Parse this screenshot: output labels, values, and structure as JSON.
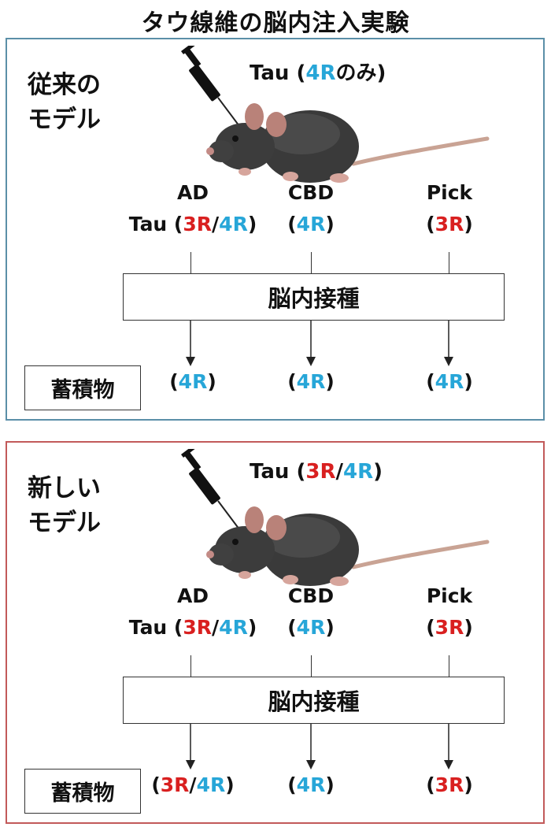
{
  "title": "タウ線維の脳内注入実験",
  "colors": {
    "r3": "#d92020",
    "r4": "#27a6d8",
    "old_border": "#5b8fa8",
    "new_border": "#c25a5a"
  },
  "old_model": {
    "label_line1": "従来の",
    "label_line2": "モデル",
    "injected": {
      "prefix": "Tau (",
      "r4": "4R",
      "suffix": "のみ)"
    },
    "columns": {
      "ad": {
        "name": "AD",
        "prefix": "Tau (",
        "r3": "3R",
        "slash": "/",
        "r4": "4R",
        "close": ")"
      },
      "cbd": {
        "name": "CBD",
        "open": "(",
        "r4": "4R",
        "close": ")"
      },
      "pick": {
        "name": "Pick",
        "open": "(",
        "r3": "3R",
        "close": ")"
      }
    },
    "inoculation": "脳内接種",
    "accumulation_label": "蓄積物",
    "results": {
      "ad": {
        "open": "(",
        "r4": "4R",
        "close": ")"
      },
      "cbd": {
        "open": "(",
        "r4": "4R",
        "close": ")"
      },
      "pick": {
        "open": "(",
        "r4": "4R",
        "close": ")"
      }
    }
  },
  "new_model": {
    "label_line1": "新しい",
    "label_line2": "モデル",
    "injected": {
      "prefix": "Tau (",
      "r3": "3R",
      "slash": "/",
      "r4": "4R",
      "close": ")"
    },
    "columns": {
      "ad": {
        "name": "AD",
        "prefix": "Tau (",
        "r3": "3R",
        "slash": "/",
        "r4": "4R",
        "close": ")"
      },
      "cbd": {
        "name": "CBD",
        "open": "(",
        "r4": "4R",
        "close": ")"
      },
      "pick": {
        "name": "Pick",
        "open": "(",
        "r3": "3R",
        "close": ")"
      }
    },
    "inoculation": "脳内接種",
    "accumulation_label": "蓄積物",
    "results": {
      "ad": {
        "open": "(",
        "r3": "3R",
        "slash": "/",
        "r4": "4R",
        "close": ")"
      },
      "cbd": {
        "open": "(",
        "r4": "4R",
        "close": ")"
      },
      "pick": {
        "open": "(",
        "r3": "3R",
        "close": ")"
      }
    }
  }
}
